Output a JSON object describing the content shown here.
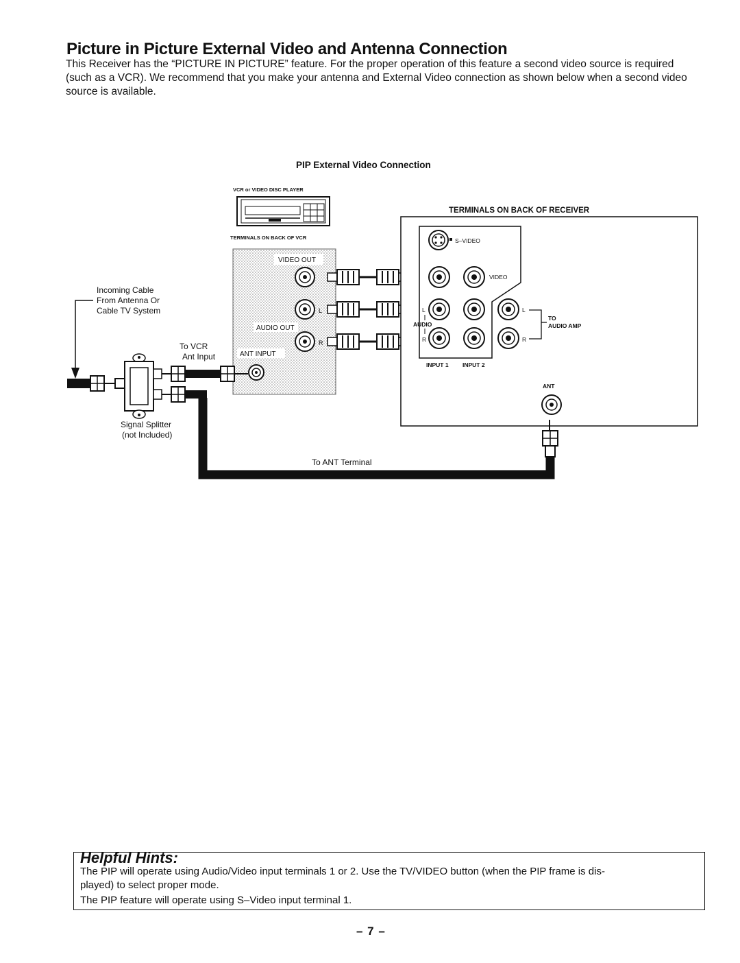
{
  "page": {
    "title": "Picture in Picture External Video and Antenna Connection",
    "intro": "This Receiver has the “PICTURE IN PICTURE” feature. For the proper operation of this feature a second video source is required (such as a VCR). We recommend that you make your antenna and External Video connection as shown below when a second video source is available.",
    "page_number": "– 7 –"
  },
  "diagram": {
    "title": "PIP External Video Connection",
    "vcr_label": "VCR or VIDEO DISC PLAYER",
    "vcr_terminals_label": "TERMINALS ON BACK OF VCR",
    "receiver_terminals_label": "TERMINALS ON BACK OF RECEIVER",
    "video_out": "VIDEO OUT",
    "audio_out": "AUDIO OUT",
    "ant_input": "ANT INPUT",
    "left": "L",
    "right": "R",
    "incoming_cable": [
      "Incoming Cable",
      "From Antenna Or",
      "Cable TV System"
    ],
    "to_vcr": [
      "To VCR",
      "Ant Input"
    ],
    "signal_splitter": [
      "Signal Splitter",
      "(not Included)"
    ],
    "to_ant_terminal": "To ANT Terminal",
    "s_video": "S–VIDEO",
    "video": "VIDEO",
    "audio": "AUDIO",
    "input1": "INPUT 1",
    "input2": "INPUT 2",
    "to_audio_amp": [
      "TO",
      "AUDIO AMP"
    ],
    "ant": "ANT"
  },
  "hints": {
    "title": "Helpful Hints:",
    "line1": "The PIP will operate using Audio/Video input terminals 1 or 2. Use the TV/VIDEO button (when the PIP frame is dis-",
    "line2": "played) to select proper mode.",
    "line3": "The PIP feature will operate using S–Video input terminal 1."
  }
}
